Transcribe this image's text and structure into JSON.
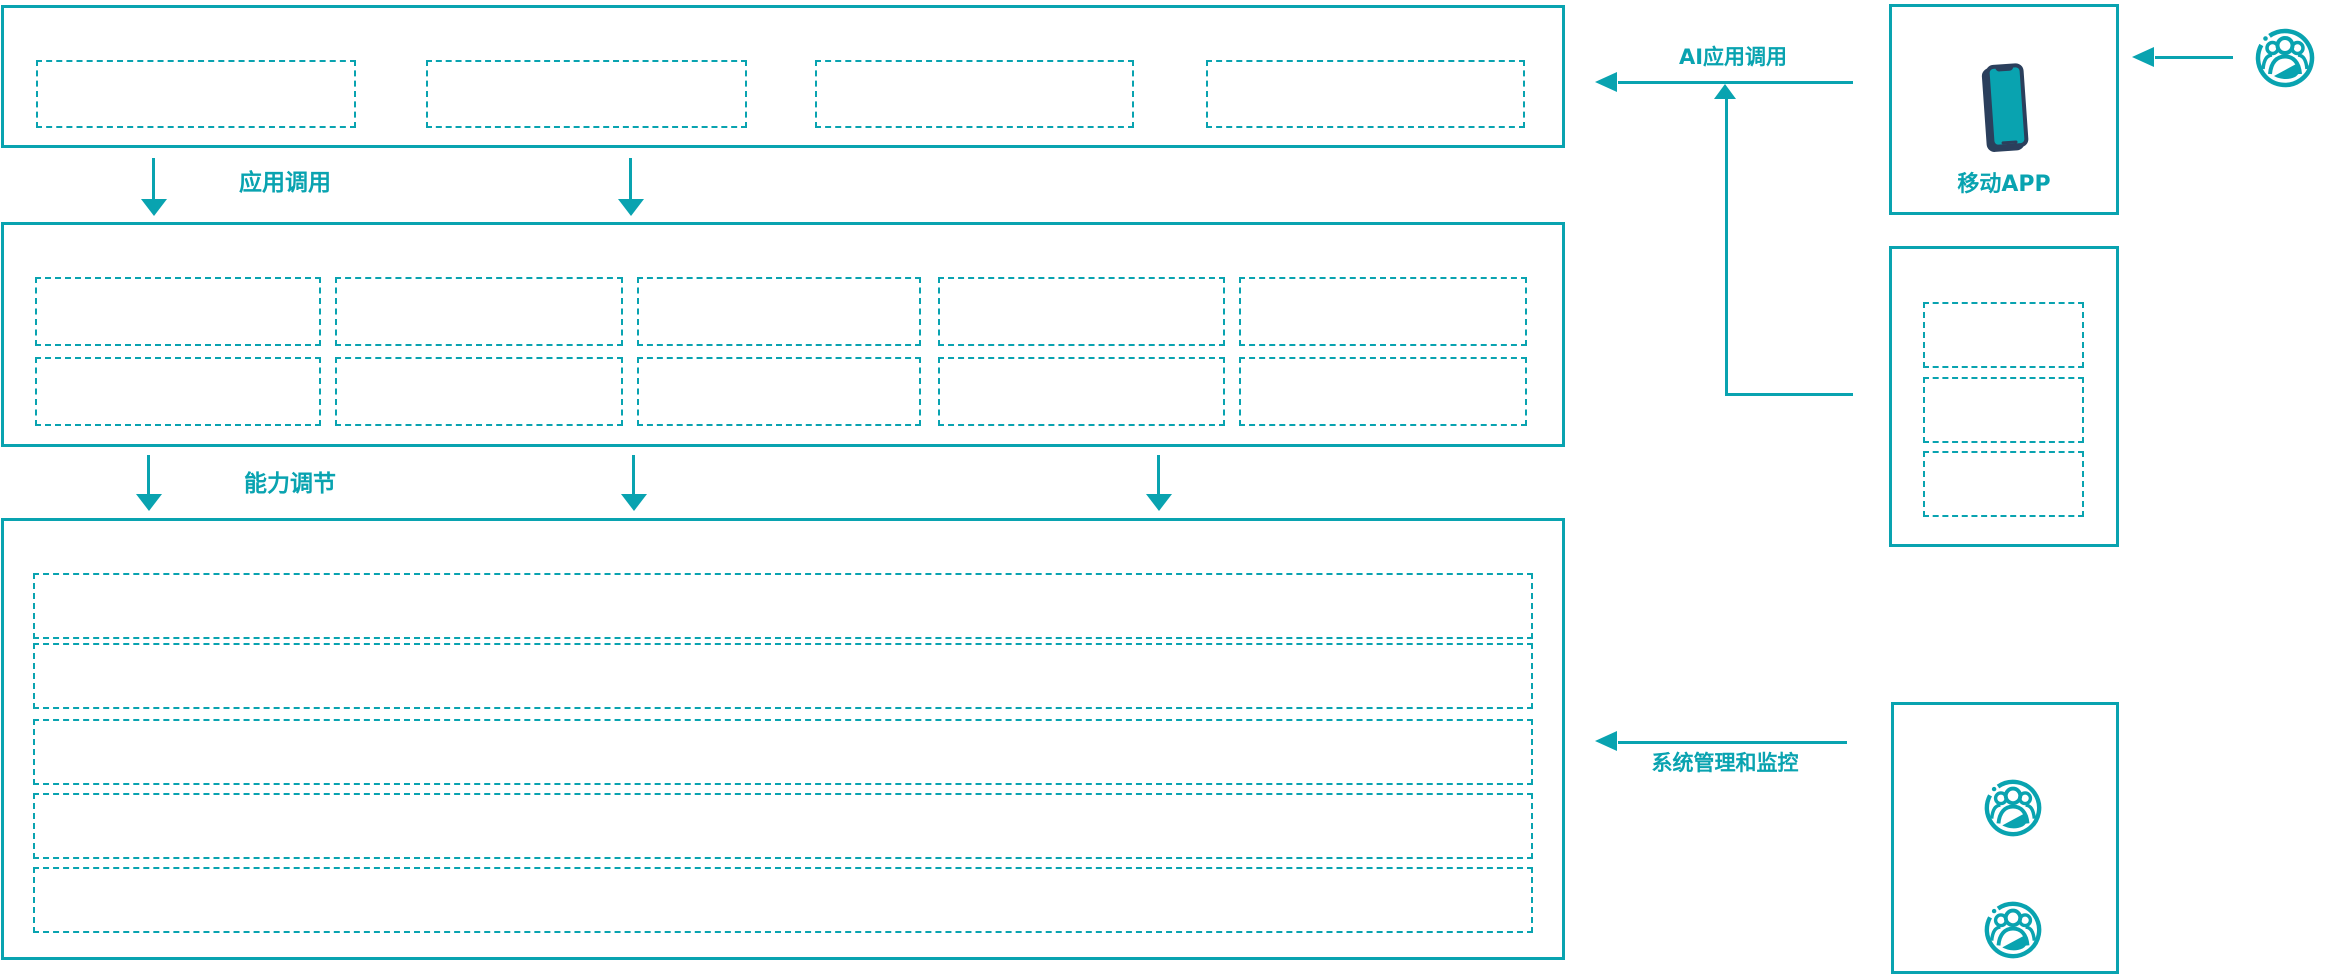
{
  "diagram_title": "",
  "colors": {
    "accent_teal": "#09A3B0",
    "phone_navy": "#2B3F5C",
    "background": "#FFFFFF"
  },
  "labels": {
    "app_call": "应用调用",
    "capability_adjust": "能力调节",
    "ai_app_call": "AI应用调用",
    "mobile_app": "移动APP",
    "system_admin_monitor": "系统管理和监控"
  },
  "layers": {
    "top_layer": {
      "empty_slots": 4
    },
    "middle_layer": {
      "rows": 2,
      "cols": 5,
      "empty_slots": 10
    },
    "bottom_layer": {
      "empty_rows": 5
    }
  },
  "right_panels": {
    "mobile_panel": {
      "label": "移动APP",
      "icon": "smartphone-icon"
    },
    "modules_panel": {
      "empty_slots": 3
    },
    "admin_panel": {
      "icons": [
        "users-icon",
        "users-icon"
      ]
    }
  },
  "external_actor": {
    "icon": "users-icon"
  },
  "connectors": [
    {
      "name": "app-call-arrows",
      "direction": "down",
      "count": 2,
      "label": "应用调用"
    },
    {
      "name": "capability-arrows",
      "direction": "down",
      "count": 3,
      "label": "能力调节"
    },
    {
      "name": "ai-app-call-arrow",
      "direction": "left",
      "label": "AI应用调用"
    },
    {
      "name": "modules-to-ai-elbow",
      "direction": "up"
    },
    {
      "name": "user-to-mobile-arrow",
      "direction": "left"
    },
    {
      "name": "system-admin-arrow",
      "direction": "left",
      "label": "系统管理和监控"
    }
  ]
}
